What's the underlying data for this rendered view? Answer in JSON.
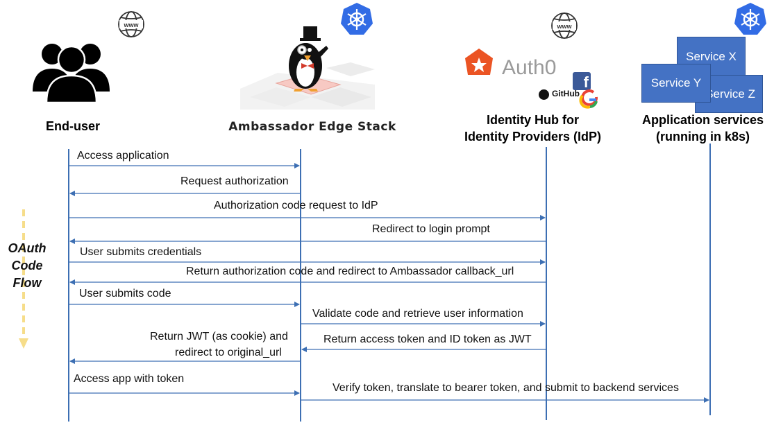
{
  "participants": {
    "end_user": "End-user",
    "ambassador": "Ambassador Edge Stack",
    "idp_line1": "Identity Hub for",
    "idp_line2": "Identity Providers (IdP)",
    "apps_line1": "Application services",
    "apps_line2": "(running in k8s)"
  },
  "logos": {
    "auth0": "Auth0",
    "github": "GitHub",
    "www": "www"
  },
  "services": [
    "Service X",
    "Service Y",
    "Service Z"
  ],
  "oauth_flow": [
    "OAuth",
    "Code",
    "Flow"
  ],
  "messages": [
    "Access application",
    "Request authorization",
    "Authorization code request to IdP",
    "Redirect to login prompt",
    "User submits credentials",
    "Return authorization code and redirect to Ambassador callback_url",
    "User submits code",
    "Validate code and retrieve user information",
    "Return JWT (as cookie) and",
    "redirect to original_url",
    "Return access token and ID token as JWT",
    "Access app with token",
    "Verify token, translate to bearer token, and submit to backend services"
  ],
  "colors": {
    "lifeline": "#3d6fb3",
    "service_box": "#4472c4",
    "kubernetes": "#326ce5",
    "auth0": "#eb5424",
    "oauth_arrow": "#f6dd8a"
  }
}
